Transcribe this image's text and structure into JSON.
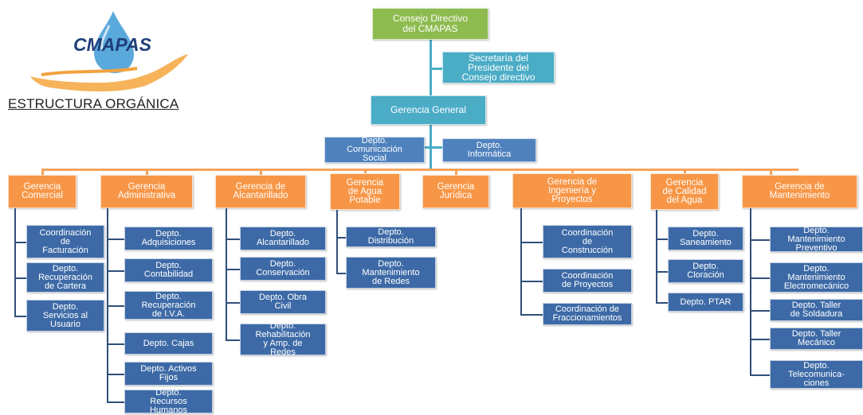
{
  "logo": {
    "text": "CMAPAS",
    "icon": "water-drop-hand-logo"
  },
  "title": "ESTRUCTURA ORGÁNICA",
  "top": {
    "consejo": "Consejo Directivo\ndel CMAPAS",
    "secretaria": "Secretaría del\nPresidente del\nConsejo directivo",
    "gerencia_general": "Gerencia General",
    "comunicacion": "Depto.\nComunicación\nSocial",
    "informatica": "Depto.\nInformática"
  },
  "gerencias": [
    {
      "label": "Gerencia\nComercial",
      "deptos": [
        "Coordinación\nde\nFacturación",
        "Depto.\nRecuperación\nde Cartera",
        "Depto.\nServicios al\nUsuario"
      ]
    },
    {
      "label": "Gerencia\nAdministrativa",
      "deptos": [
        "Depto.\nAdquisiciones",
        "Depto.\nContabilidad",
        "Depto.\nRecuperación\nde I.V.A.",
        "Depto. Cajas",
        "Depto. Activos\nFijos",
        "Depto.\nRecursos\nHumanos"
      ]
    },
    {
      "label": "Gerencia de\nAlcantarillado",
      "deptos": [
        "Depto.\nAlcantarillado",
        "Depto.\nConservación",
        "Depto. Obra\nCivil",
        "Depto.\nRehabilitación\ny Amp. de\nRedes"
      ]
    },
    {
      "label": "Gerencia\nde Agua\nPotable",
      "deptos": [
        "Depto.\nDistribución",
        "Depto.\nMantenimiento\nde Redes"
      ]
    },
    {
      "label": "Gerencia\nJurídica",
      "deptos": []
    },
    {
      "label": "Gerencia de\nIngeniería y\nProyectos",
      "deptos": [
        "Coordinación\nde\nConstrucción",
        "Coordinación\nde Proyectos",
        "Coordinación de\nFraccionamientos"
      ]
    },
    {
      "label": "Gerencia\nde Calidad\ndel Agua",
      "deptos": [
        "Depto.\nSaneamiento",
        "Depto.\nCloración",
        "Depto. PTAR"
      ]
    },
    {
      "label": "Gerencia de\nMantenimiento",
      "deptos": [
        "Depto.\nMantenimiento\nPreventivo",
        "Depto.\nMantenimiento\nElectromecánico",
        "Depto. Taller\nde Soldadura",
        "Depto. Taller\nMecánico",
        "Depto.\nTelecomunica-\nciones"
      ]
    }
  ],
  "colors": {
    "green": "#8dbb4f",
    "teal": "#4bacc6",
    "blue": "#4f81bd",
    "orange": "#f79646",
    "dept": "#3d6aa6"
  }
}
